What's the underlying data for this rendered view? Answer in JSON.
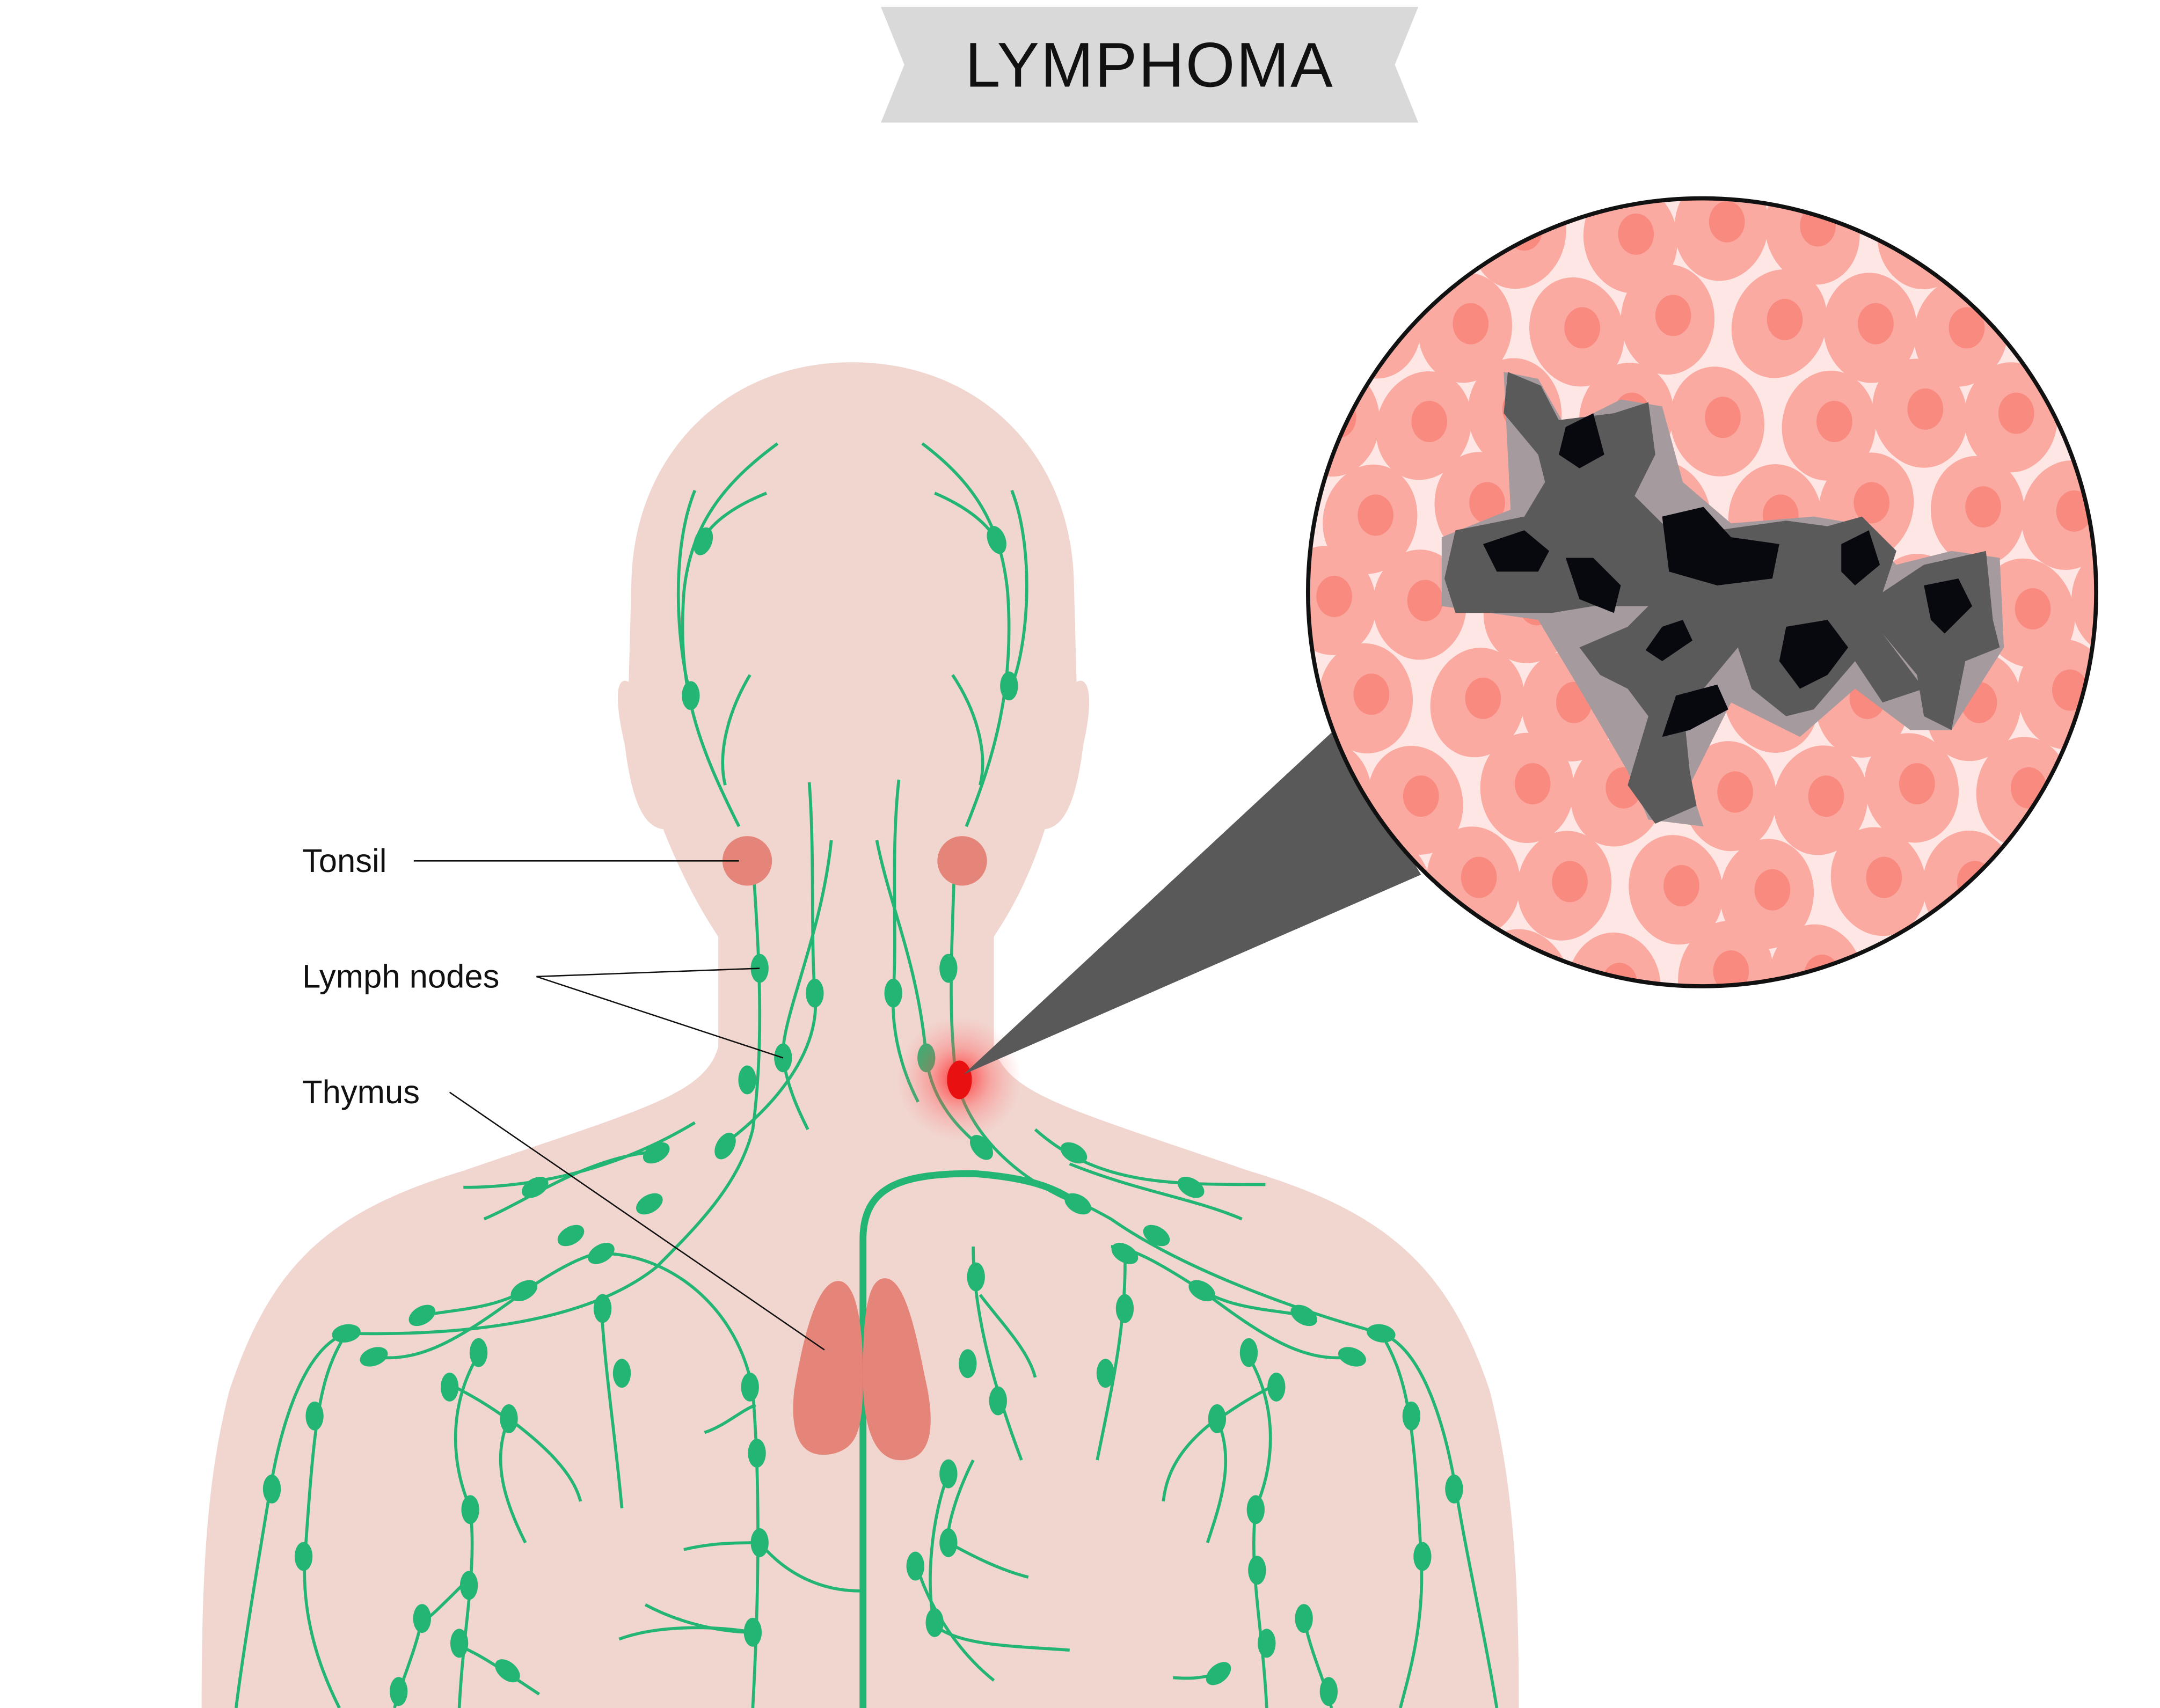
{
  "title": "LYMPHOMA",
  "labels": {
    "tonsil": "Tonsil",
    "lymph_nodes": "Lymph nodes",
    "thymus": "Thymus"
  },
  "colors": {
    "skin": "#f1d5cf",
    "lymph": "#22b573",
    "organ": "#e5857a",
    "tumor": "#e81010",
    "banner": "#d9d9d9",
    "cell": "#fbaaa2",
    "nucleus": "#f98a80",
    "cancer_cell": "#555555",
    "cancer_nucleus": "#08080f"
  }
}
